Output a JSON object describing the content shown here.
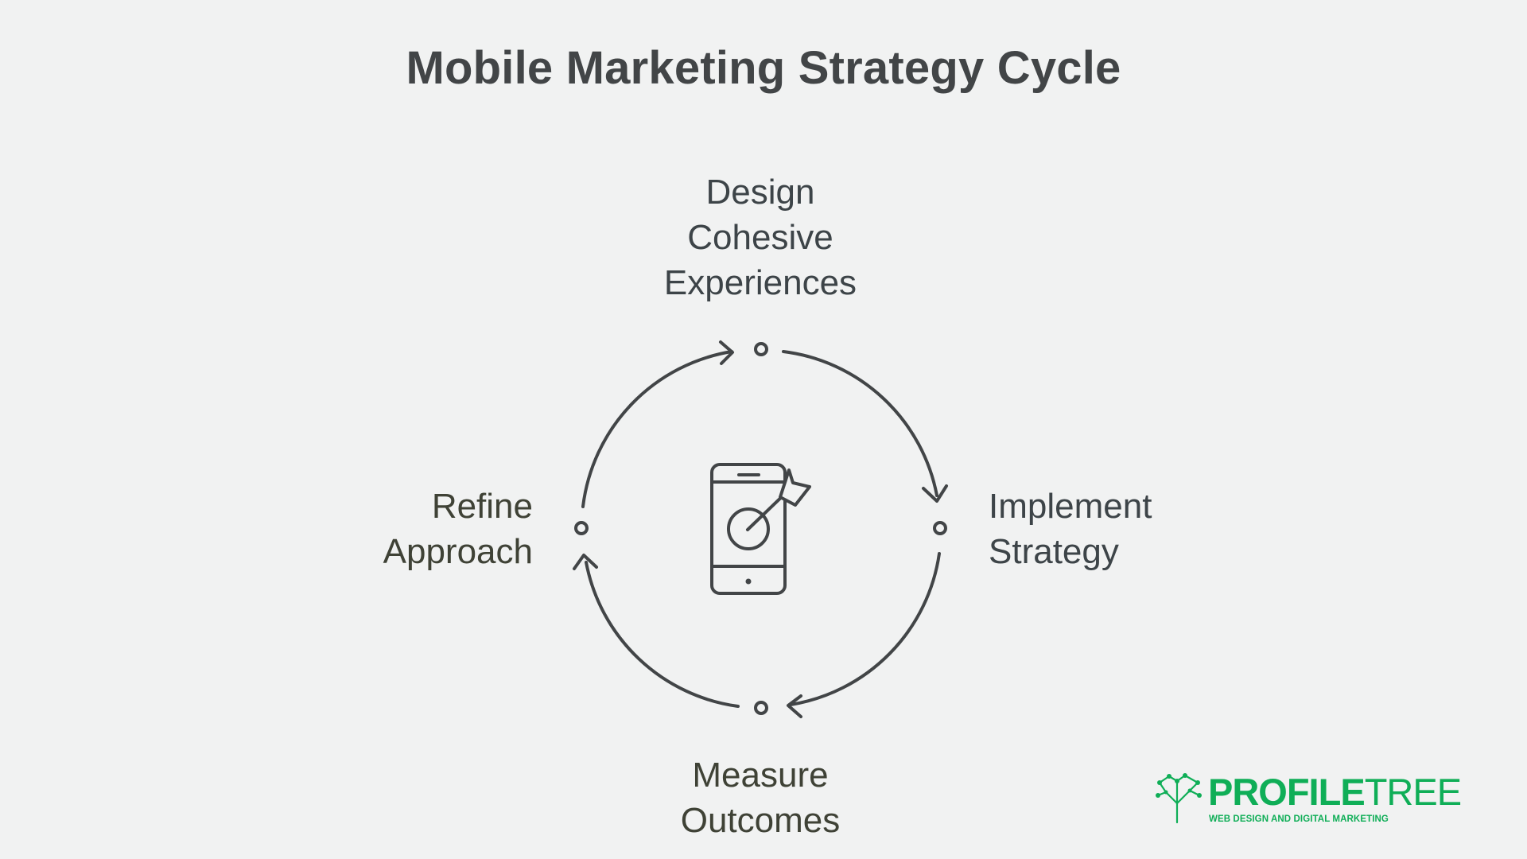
{
  "title": "Mobile Marketing Strategy Cycle",
  "steps": [
    {
      "position": "top",
      "lines": [
        "Design",
        "Cohesive",
        "Experiences"
      ]
    },
    {
      "position": "right",
      "lines": [
        "Implement",
        "Strategy"
      ]
    },
    {
      "position": "bottom",
      "lines": [
        "Measure",
        "Outcomes"
      ]
    },
    {
      "position": "left",
      "lines": [
        "Refine",
        "Approach"
      ]
    }
  ],
  "center_icon": "phone-target-icon",
  "cycle_direction": "clockwise",
  "colors": {
    "background": "#f1f2f2",
    "line": "#424547",
    "brand": "#0fae57"
  },
  "logo": {
    "name_bold": "PROFILE",
    "name_light": "TREE",
    "tagline": "WEB DESIGN AND DIGITAL MARKETING"
  }
}
